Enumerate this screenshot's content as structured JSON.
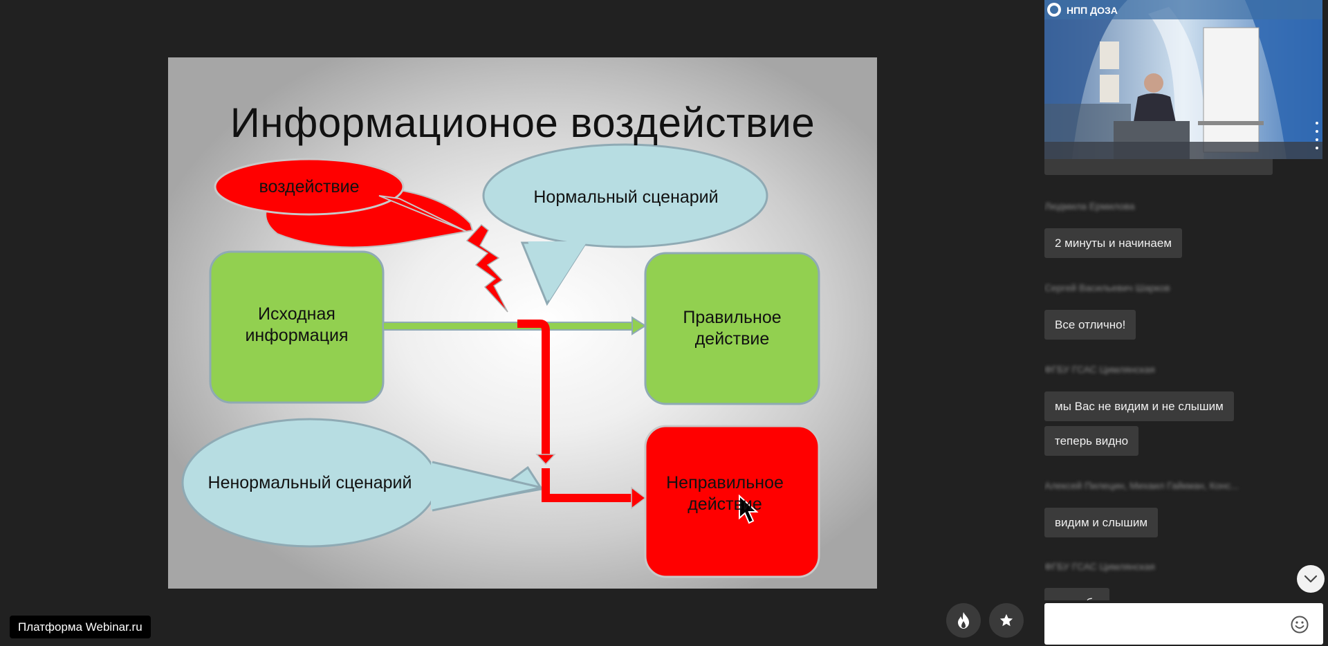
{
  "slide": {
    "title": "Информационое воздействие",
    "labels": {
      "impact": "воздействие",
      "normal_scenario": "Нормальный сценарий",
      "source_line1": "Исходная",
      "source_line2": "информация",
      "correct_line1": "Правильное",
      "correct_line2": "действие",
      "abnormal_scenario": "Ненормальный сценарий",
      "wrong_line1": "Неправильное",
      "wrong_line2": "действие"
    },
    "colors": {
      "green": "#92d050",
      "red": "#ff0000",
      "light_blue": "#b7dde2",
      "outline": "#8faab4"
    }
  },
  "brand": {
    "label": "Платформа Webinar.ru"
  },
  "reactions": {
    "fire_icon": "fire-icon",
    "star_icon": "star-icon"
  },
  "video": {
    "banner": "НПП ДОЗА"
  },
  "chat": {
    "messages": [
      {
        "author": "Людмила Ермилова",
        "text": "2 минуты и начинаем"
      },
      {
        "author": "Сергей Васильевич Шарков",
        "text": "Все отлично!"
      },
      {
        "author": "ФГБУ ГСАС Цимлянская",
        "text": "мы Вас не видим и не слышим"
      },
      {
        "author": "",
        "text": "теперь видно"
      },
      {
        "author": "Алексей Пилецин, Михаил Гайкман, Конс...",
        "text": "видим и слышим"
      },
      {
        "author": "ФГБУ ГСАС Цимлянская",
        "text": "спасибо"
      }
    ],
    "input_placeholder": "",
    "emoji_icon": "smile-icon",
    "scroll_icon": "chevron-down-icon"
  }
}
